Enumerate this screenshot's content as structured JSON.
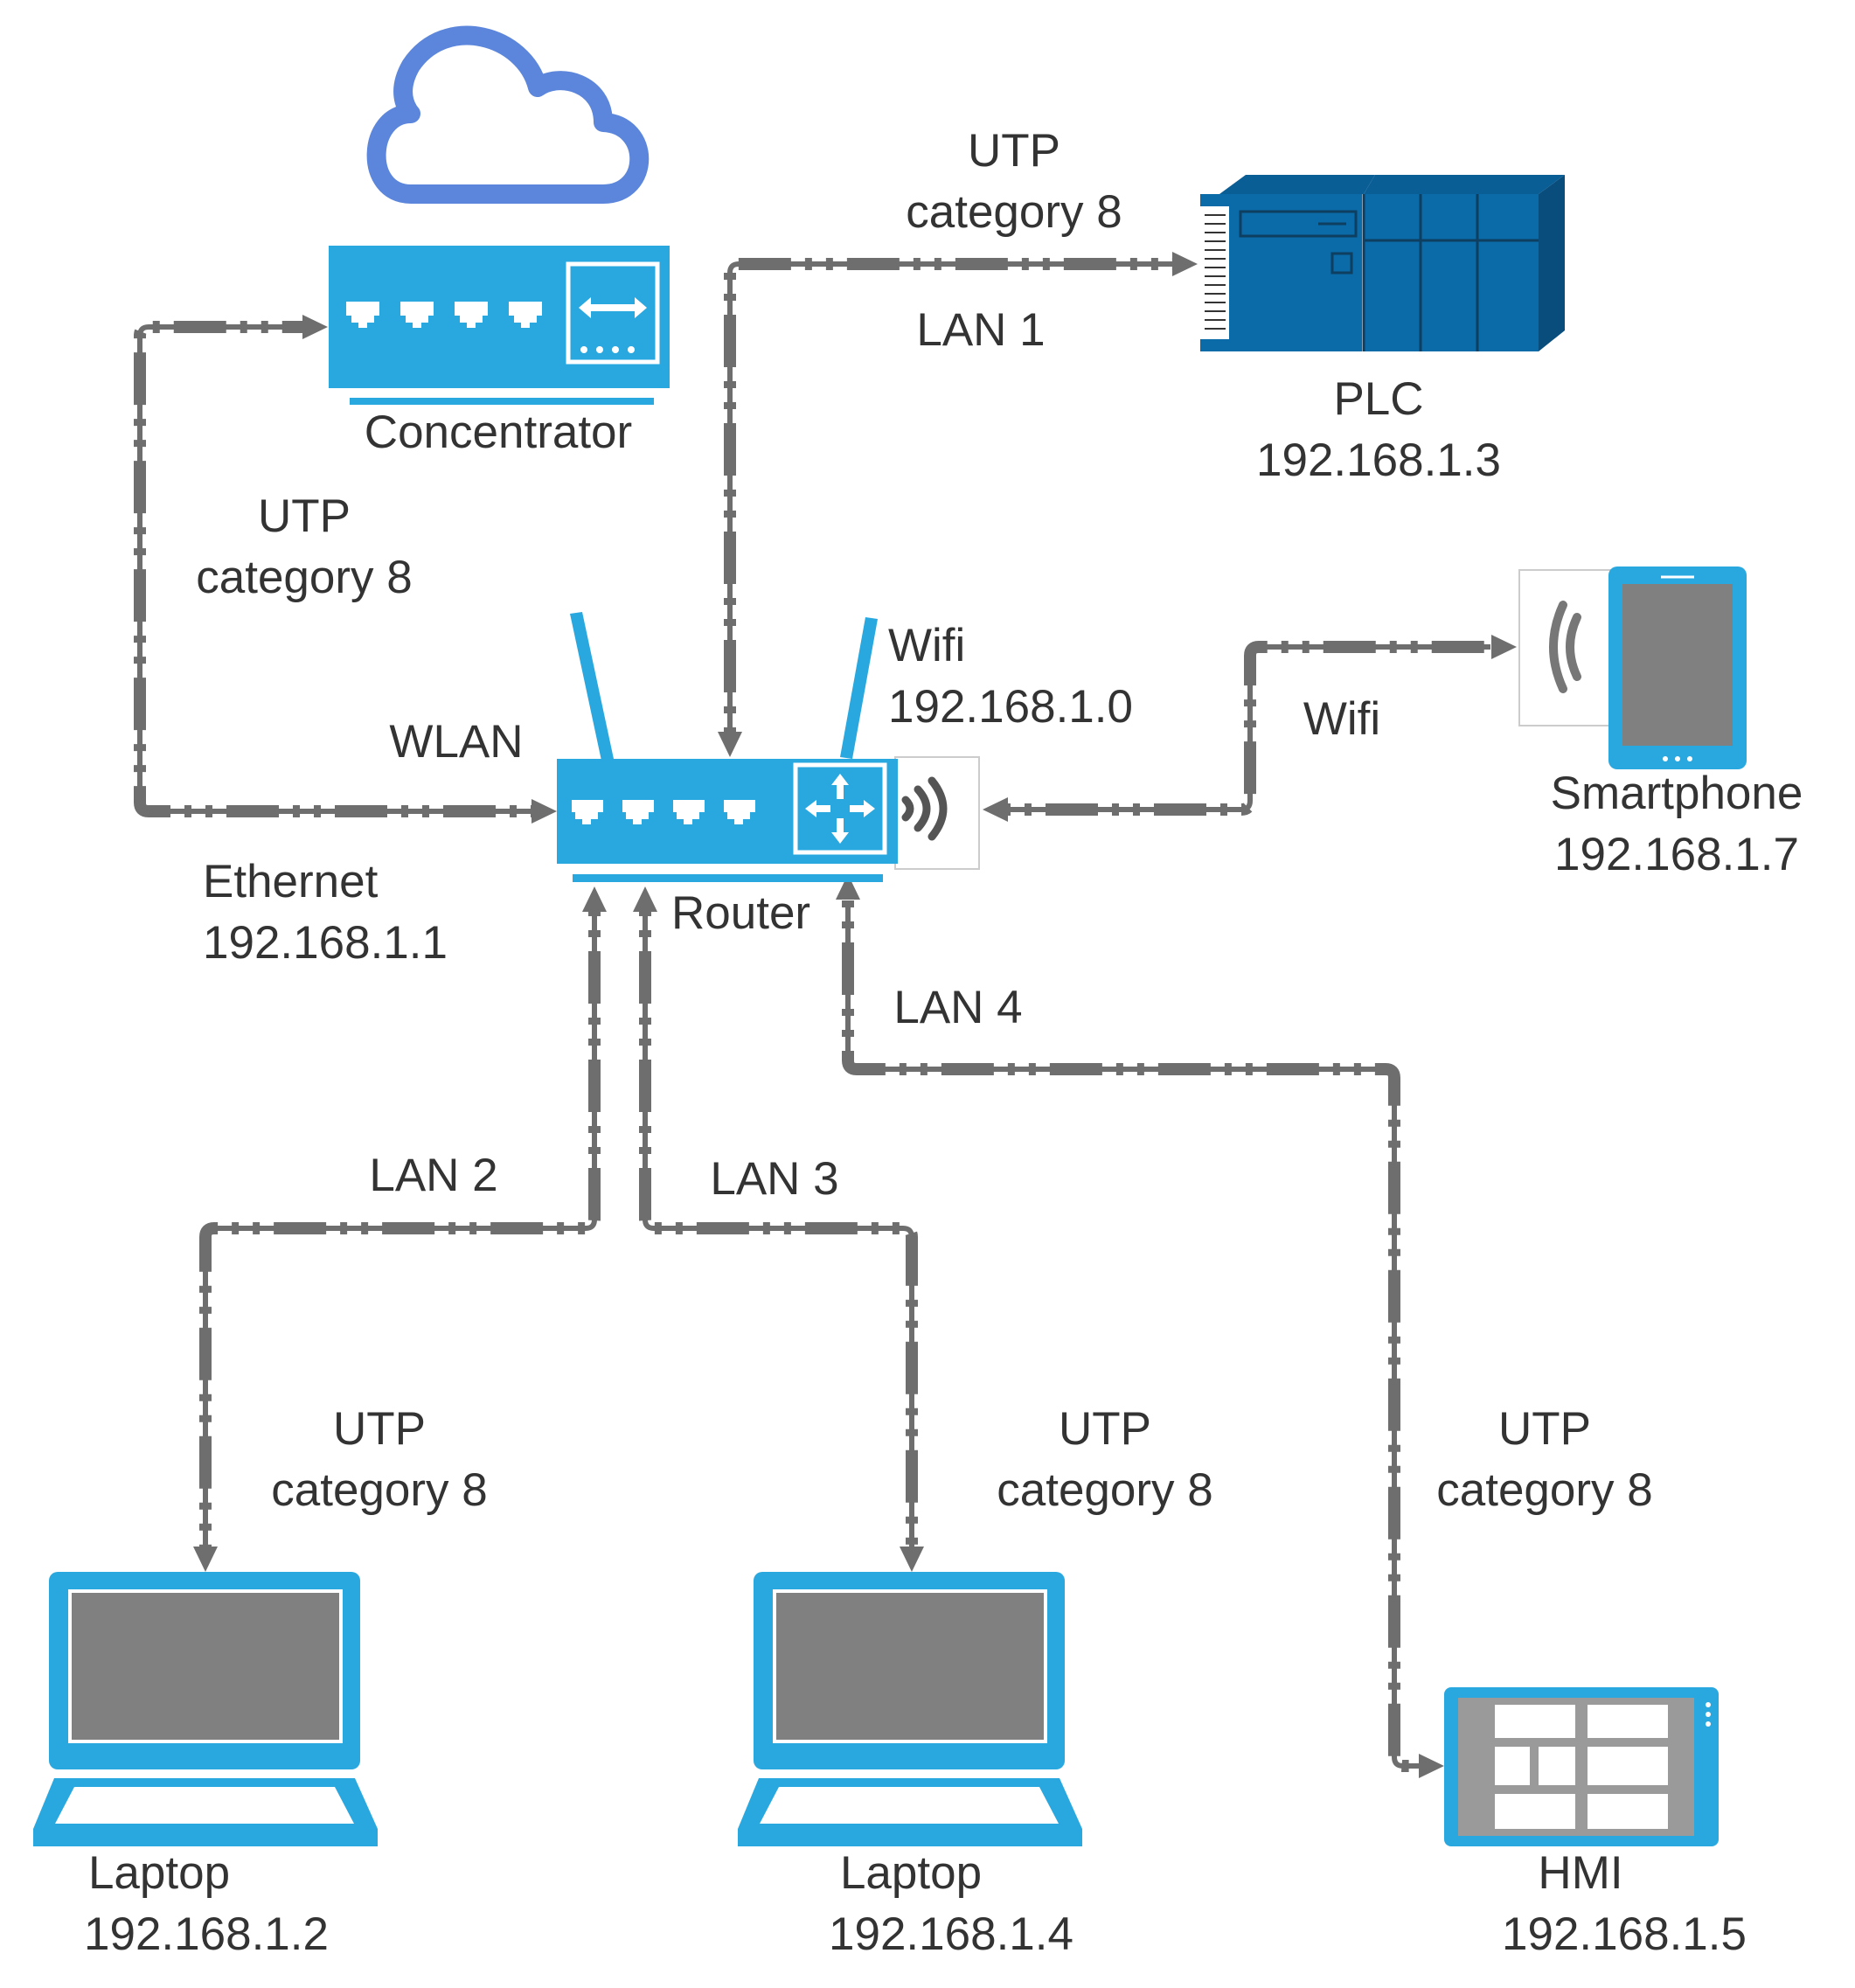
{
  "colors": {
    "device_blue": "#29a8e0",
    "plc_blue": "#0b6aa8",
    "cloud_outline": "#5b86db",
    "connector_gray": "#6e6e6e",
    "screen_gray": "#808080",
    "text": "#333333"
  },
  "nodes": {
    "cloud": {
      "icon": "cloud-icon"
    },
    "concentrator": {
      "icon": "switch-icon",
      "name": "Concentrator"
    },
    "router": {
      "icon": "wireless-router-icon",
      "name": "Router"
    },
    "plc": {
      "icon": "plc-icon",
      "name": "PLC",
      "ip": "192.168.1.3"
    },
    "smartphone": {
      "icon": "smartphone-icon",
      "name": "Smartphone",
      "ip": "192.168.1.7"
    },
    "laptop_a": {
      "icon": "laptop-icon",
      "name": "Laptop",
      "ip": "192.168.1.2"
    },
    "laptop_b": {
      "icon": "laptop-icon",
      "name": "Laptop",
      "ip": "192.168.1.4"
    },
    "hmi": {
      "icon": "hmi-panel-icon",
      "name": "HMI",
      "ip": "192.168.1.5"
    }
  },
  "labels": {
    "utp": "UTP",
    "category": "category 8",
    "wlan": "WLAN",
    "ethernet": "Ethernet",
    "ethernet_ip": "192.168.1.1",
    "wifi": "Wifi",
    "wifi_ip": "192.168.1.0",
    "lan1": "LAN 1",
    "lan2": "LAN 2",
    "lan3": "LAN 3",
    "lan4": "LAN 4"
  },
  "edges": [
    {
      "id": "concentrator-router",
      "from": "router",
      "to": "concentrator",
      "labels": [
        "WLAN",
        "UTP",
        "category 8"
      ]
    },
    {
      "id": "router-plc",
      "from": "router",
      "to": "plc",
      "labels": [
        "LAN 1",
        "UTP",
        "category 8"
      ]
    },
    {
      "id": "smartphone-router",
      "from": "smartphone",
      "to": "router",
      "labels": [
        "Wifi"
      ]
    },
    {
      "id": "router-laptop-a",
      "from": "router",
      "to": "laptop_a",
      "labels": [
        "LAN 2",
        "UTP",
        "category 8"
      ]
    },
    {
      "id": "router-laptop-b",
      "from": "router",
      "to": "laptop_b",
      "labels": [
        "LAN 3",
        "UTP",
        "category 8"
      ]
    },
    {
      "id": "router-hmi",
      "from": "router",
      "to": "hmi",
      "labels": [
        "LAN 4",
        "UTP",
        "category 8"
      ]
    }
  ]
}
